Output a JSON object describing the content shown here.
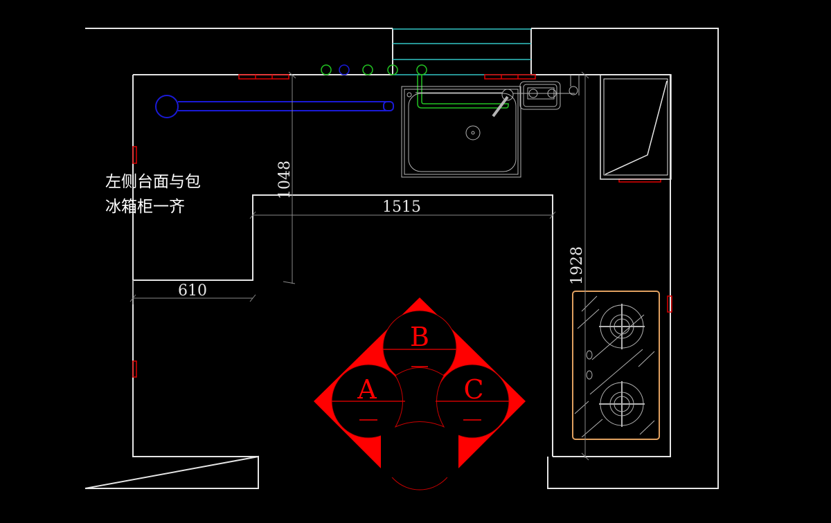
{
  "drawing": {
    "type": "kitchen-floor-plan",
    "background": "#000000",
    "colors": {
      "wall": "#e6e6e6",
      "window": "#33c6c6",
      "socket": "#e00000",
      "water_pipe": "#22c222",
      "drain_pipe": "#1a1ad6",
      "stove_outline": "#e0a060",
      "triangle": "#ff0000"
    }
  },
  "note": {
    "line1": "左侧台面与包",
    "line2": "冰箱柜一齐"
  },
  "dimensions": {
    "left_depth": "610",
    "left_length": "1048",
    "top_length": "1515",
    "right_length": "1928"
  },
  "work_triangle": {
    "labels": [
      "A",
      "B",
      "C"
    ],
    "sublabel": "—"
  },
  "fixtures": {
    "sink": "sink-icon",
    "faucet": "faucet-icon",
    "fridge": "refrigerator-icon",
    "cooktop": "gas-cooktop-icon",
    "window": "window-icon"
  }
}
